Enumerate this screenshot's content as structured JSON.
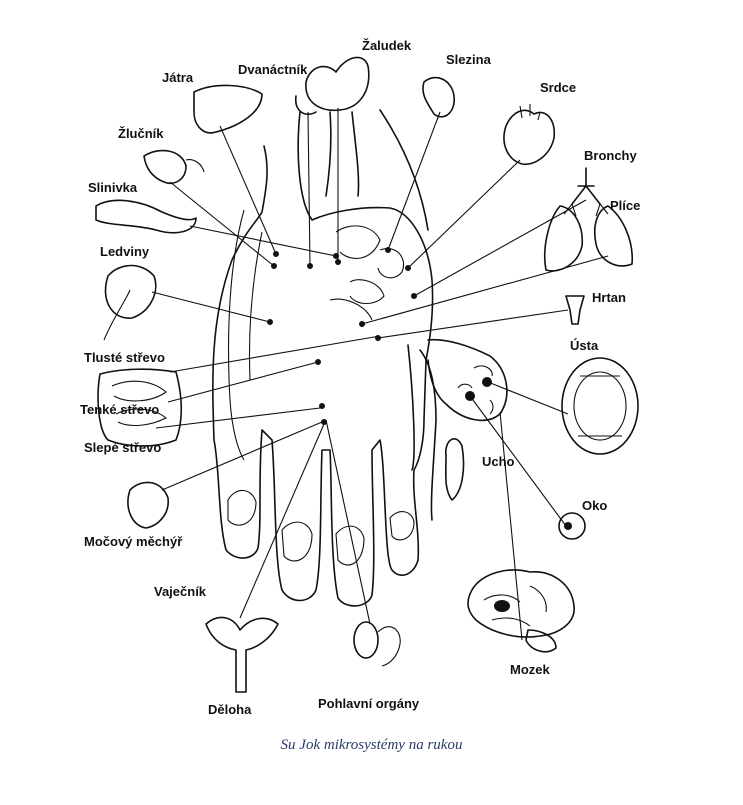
{
  "labels": {
    "zaludek": "Žaludek",
    "dvanactnik": "Dvanáctník",
    "slezina": "Slezina",
    "jatra": "Játra",
    "srdce": "Srdce",
    "zlucnik": "Žlučník",
    "bronchy": "Bronchy",
    "slinivka": "Slinivka",
    "plice": "Plíce",
    "ledviny": "Ledviny",
    "hrtan": "Hrtan",
    "usta": "Ústa",
    "tluste_strevo": "Tlusté střevo",
    "tenke_strevo": "Tenké střevo",
    "slepe_strevo": "Slepé střevo",
    "ucho": "Ucho",
    "oko": "Oko",
    "mocovy_mechyr": "Močový měchýř",
    "vajecnik": "Vaječník",
    "mozek": "Mozek",
    "deloha": "Děloha",
    "pohlavni_organy": "Pohlavní orgány"
  },
  "caption": "Su Jok mikrosystémy na rukou"
}
